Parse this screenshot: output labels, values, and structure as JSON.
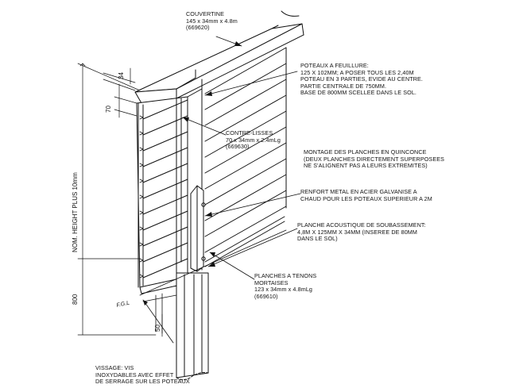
{
  "labels": {
    "couvertine": [
      "COUVERTINE",
      "145 x 34mm x 4.8m",
      "(669620)"
    ],
    "poteaux": [
      "POTEAUX A FEUILLURE:",
      "125 X 102MM; A POSER TOUS LES 2,40M",
      "POTEAU EN 3 PARTIES, EVIDE AU CENTRE.",
      "PARTIE CENTRALE DE 750MM.",
      "BASE DE 800MM SCELLEE DANS LE SOL."
    ],
    "contre_lisses": [
      "CONTRE-LISSES",
      "70 x 34mm x 2.4mLg",
      "(669630)"
    ],
    "montage": [
      "MONTAGE DES PLANCHES EN QUINCONCE",
      "(DEUX PLANCHES DIRECTEMENT SUPERPOSEES",
      "NE S'ALIGNENT PAS A LEURS EXTREMITES)"
    ],
    "renfort": [
      "RENFORT METAL EN ACIER GALVANISE A",
      "CHAUD POUR LES POTEAUX SUPERIEUR A 2M"
    ],
    "planche_acoustique": [
      "PLANCHE ACOUSTIQUE DE SOUBASSEMENT:",
      "4,8M X 125MM X 34MM (INSEREE DE 80MM",
      "DANS LE SOL)"
    ],
    "planches_tenons": [
      "PLANCHES A TENONS",
      "MORTAISES",
      "123 x 34mm x 4.8mLg",
      "(669610)"
    ],
    "vissage": [
      "VISSAGE: VIS",
      "INOXYDABLES AVEC EFFET",
      "DE SERRAGE SUR LES POTEAUX"
    ]
  },
  "dimensions": {
    "d34": "34",
    "d70": "70",
    "height": "NOM. HEIGHT PLUS 10mm",
    "d800": "800",
    "d50": "50",
    "fgl": "F.G.L"
  }
}
